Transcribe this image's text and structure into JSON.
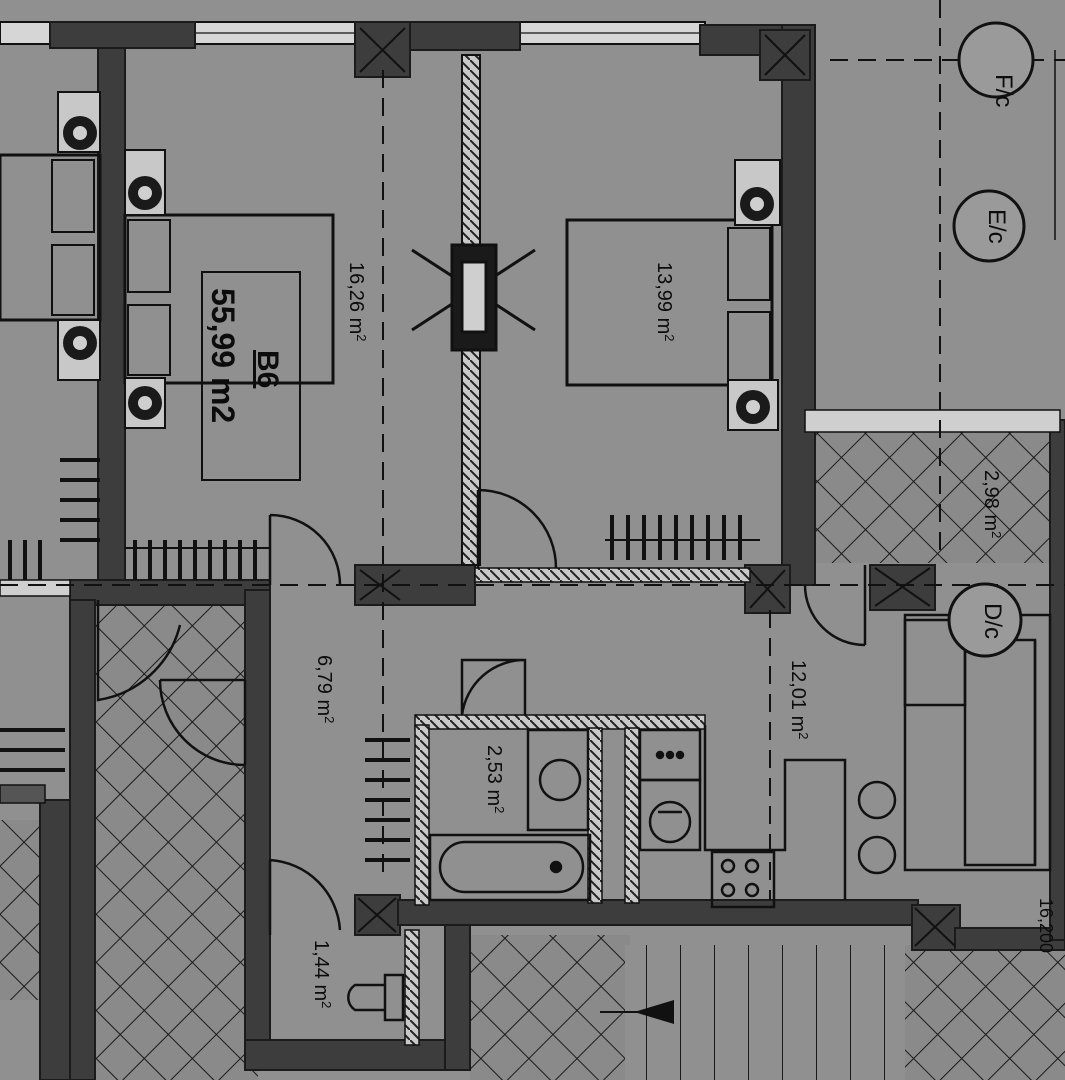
{
  "apartment": {
    "name": "B6",
    "total_area": "55,99 m2"
  },
  "rooms": {
    "living_left": "16,26 m",
    "bedroom": "13,99 m",
    "balcony": "2,98 m",
    "hallway": "6,79 m",
    "bathroom": "2,53 m",
    "kitchen": "12,01 m",
    "wc": "1,44 m"
  },
  "area_superscript": "2",
  "axis_labels": {
    "f": "F/c",
    "e": "E/c",
    "d": "D/c"
  },
  "dimension": "16,200"
}
